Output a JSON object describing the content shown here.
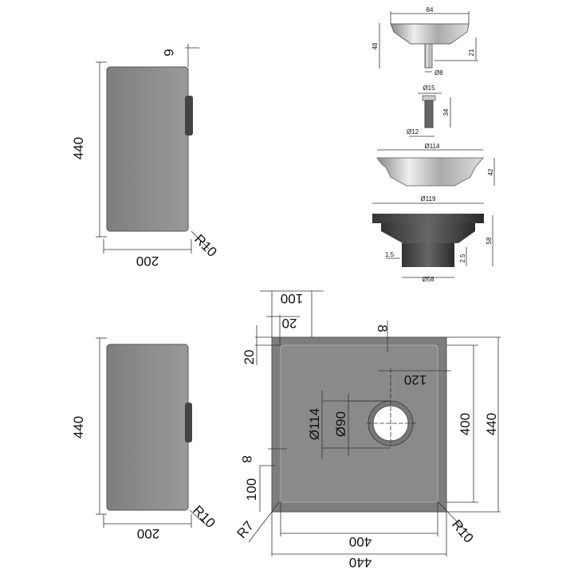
{
  "side_view_top": {
    "height": "440",
    "depth": "200",
    "flange": "6",
    "radius": "R10"
  },
  "side_view_bottom": {
    "height": "440",
    "depth": "200",
    "radius": "R10"
  },
  "plan_view": {
    "offset_100": "100",
    "offset_20": "20",
    "clip_8_top": "8",
    "left_20": "20",
    "drain_offset": "120",
    "dia_114": "Ø114",
    "dia_90": "Ø90",
    "clip_8_left": "8",
    "left_100": "100",
    "inner_height": "400",
    "outer_height": "440",
    "inner_width": "400",
    "outer_width": "440",
    "radius_r7": "R7",
    "radius_r10": "R10"
  },
  "parts": {
    "basket": {
      "width": "84",
      "height": "48",
      "stem": "21",
      "stem_dia": "Ø8"
    },
    "screw": {
      "head_dia": "Ø15",
      "length": "34",
      "thread_dia": "Ø12"
    },
    "ring": {
      "dia": "Ø114",
      "height": "42"
    },
    "body": {
      "dia": "Ø119",
      "height": "58",
      "thread_dia": "Ø58",
      "pitch": "1.5",
      "step": "2.5"
    }
  }
}
